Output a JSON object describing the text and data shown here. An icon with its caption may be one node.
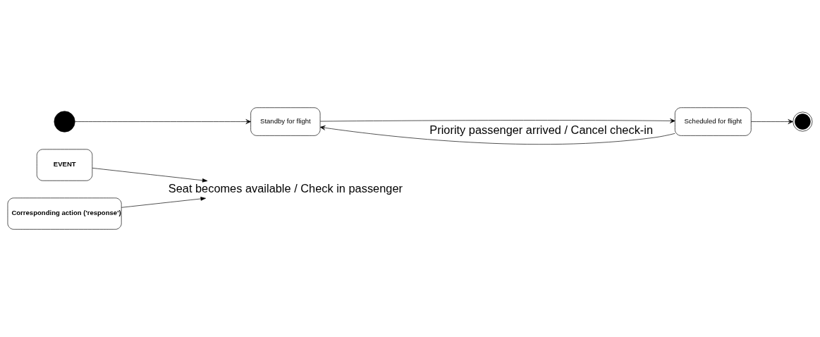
{
  "diagram": {
    "nodes": [
      {
        "text": [
          "EVENT"
        ]
      },
      {
        "text": [
          "Corresponding action ('response')"
        ]
      },
      {
        "text": [
          "Seat becomes available / Check in passenger"
        ]
      },
      {
        "text": [],
        "shape": "circle"
      },
      {
        "text": [
          "Standby for flight"
        ]
      },
      {
        "text": [
          "Scheduled for flight"
        ]
      },
      {
        "text": [],
        "shape": "circle"
      }
    ],
    "edges": [
      {
        "from": 0,
        "to": 2,
        "arrow": "to"
      },
      {
        "from": 1,
        "to": 2,
        "arrow": "to"
      },
      {
        "from": 3,
        "to": 4,
        "arrow": "to"
      },
      {
        "from": 4,
        "to": 5,
        "arrow": "to"
      },
      {
        "from": 5,
        "to": 4,
        "arrow": "to",
        "label": "Priority passenger arrived / Cancel check-in"
      },
      {
        "from": 5,
        "to": 6,
        "arrow": "to"
      }
    ]
  }
}
